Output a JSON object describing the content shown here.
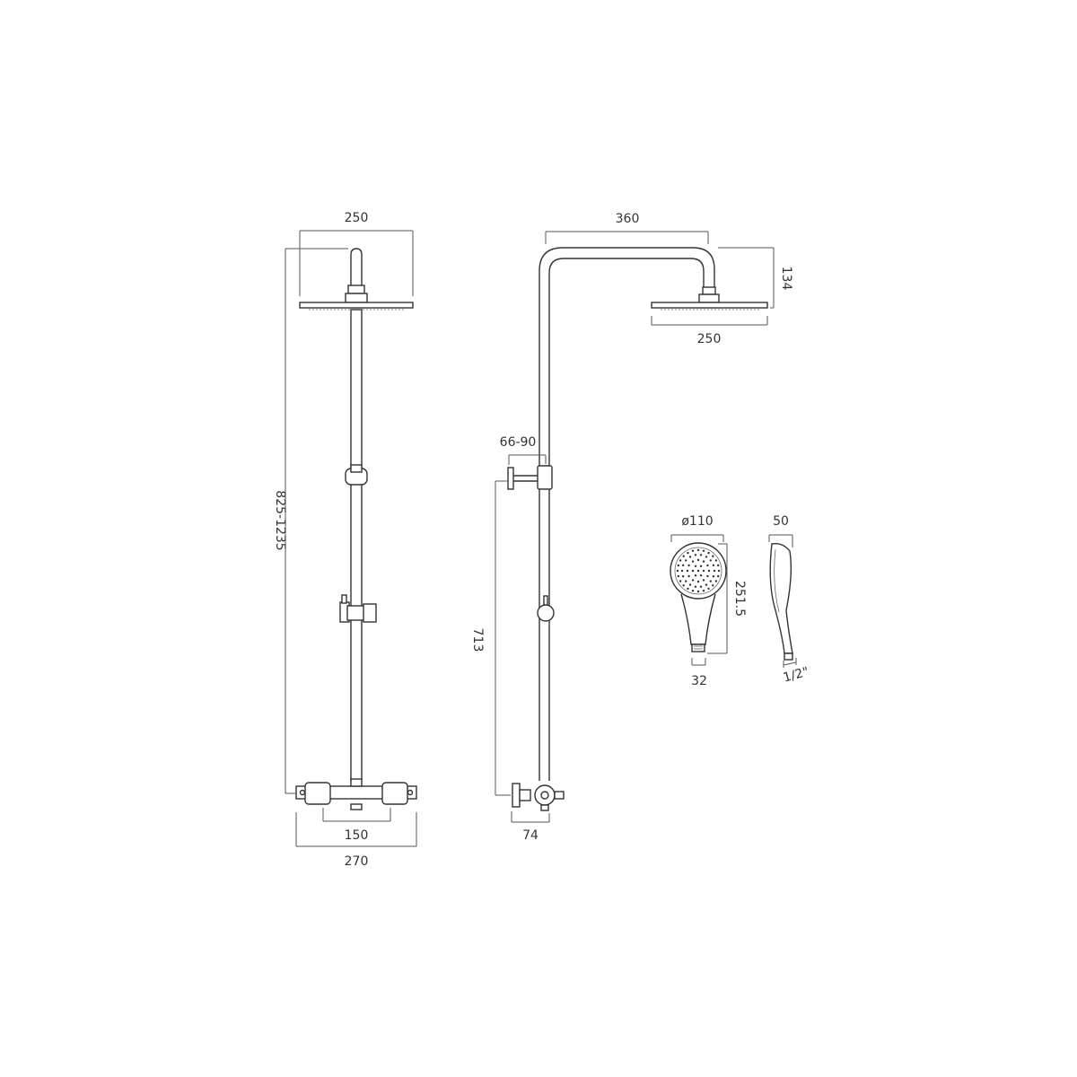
{
  "front_view": {
    "head_width": "250",
    "overall_height": "825-1235",
    "valve_centres": "150",
    "valve_width": "270"
  },
  "side_view": {
    "arm_reach": "360",
    "head_drop": "134",
    "head_width": "250",
    "bracket_projection": "66-90",
    "bracket_height": "713",
    "valve_depth": "74"
  },
  "handset_view": {
    "diameter": "ø110",
    "length": "251.5",
    "handle_width": "32",
    "depth": "50",
    "connection": "1/2\""
  },
  "colors": {
    "line": "#333333",
    "background": "#ffffff"
  }
}
